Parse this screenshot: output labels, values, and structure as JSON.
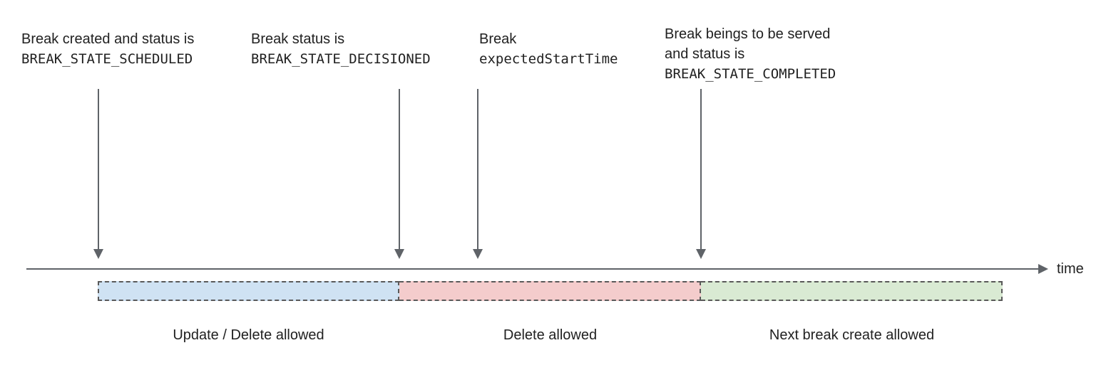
{
  "annotations": [
    {
      "line1": "Break created and status is",
      "code": "BREAK_STATE_SCHEDULED"
    },
    {
      "line1": "Break status is",
      "code": "BREAK_STATE_DECISIONED"
    },
    {
      "line1": "Break",
      "code": "expectedStartTime"
    },
    {
      "line1": "Break beings to be served",
      "line2": "and status is",
      "code": "BREAK_STATE_COMPLETED"
    }
  ],
  "timeline": {
    "axis_label": "time"
  },
  "segments": [
    {
      "label": "Update / Delete allowed",
      "color": "#cfe2f3"
    },
    {
      "label": "Delete allowed",
      "color": "#f4cccc"
    },
    {
      "label": "Next break create allowed",
      "color": "#d9ead3"
    }
  ],
  "colors": {
    "text": "#212121",
    "arrow": "#5f6368",
    "segment_border": "#595959"
  }
}
